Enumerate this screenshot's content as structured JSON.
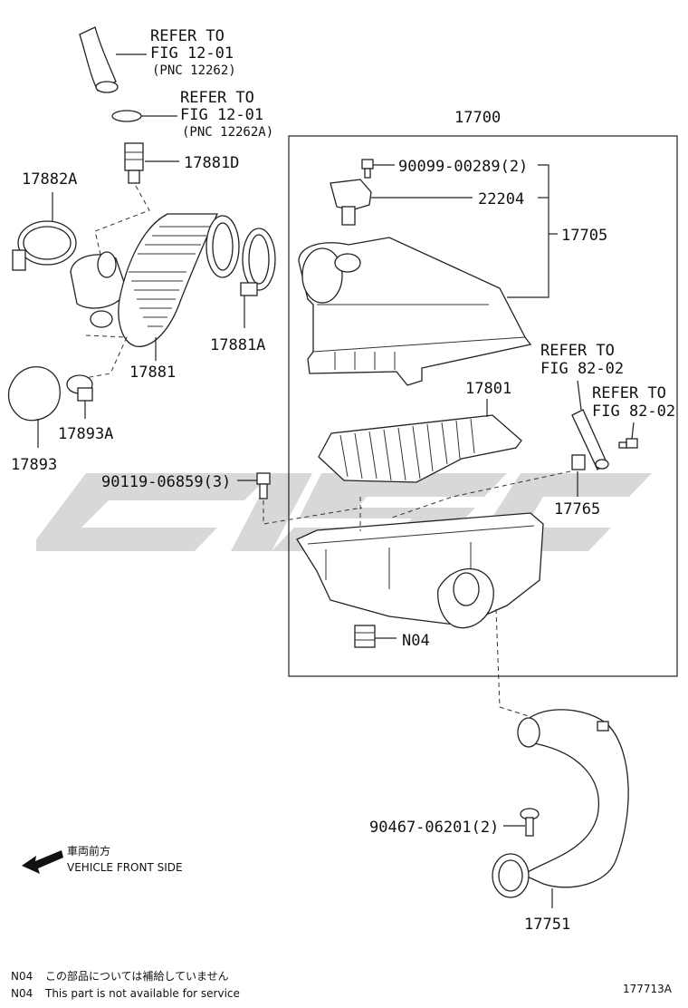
{
  "watermark": "CYSC",
  "labels": {
    "refer_1201_line1": "REFER TO",
    "refer_1201_line2": "FIG 12-01",
    "refer_1201_line3": "(PNC 12262)",
    "refer_1201a_line1": "REFER TO",
    "refer_1201a_line2": "FIG 12-01",
    "refer_1201a_line3": "(PNC 12262A)",
    "p17881D": "17881D",
    "p17882A": "17882A",
    "p17881A": "17881A",
    "p17881": "17881",
    "p17893A": "17893A",
    "p17893": "17893",
    "p90119": "90119-06859(3)",
    "p17700": "17700",
    "p90099": "90099-00289(2)",
    "p22204": "22204",
    "p17705": "17705",
    "refer_8202a_line1": "REFER TO",
    "refer_8202a_line2": "FIG 82-02",
    "refer_8202b_line1": "REFER TO",
    "refer_8202b_line2": "FIG 82-02",
    "p17801": "17801",
    "p17765": "17765",
    "pN04": "N04",
    "p90467": "90467-06201(2)",
    "p17751": "17751"
  },
  "direction": {
    "japanese": "車両前方",
    "english": "VEHICLE FRONT SIDE"
  },
  "footnotes": [
    {
      "code": "N04",
      "text": "この部品については補給していません"
    },
    {
      "code": "N04",
      "text": "This part is not available for service"
    }
  ],
  "figure_id": "177713A"
}
